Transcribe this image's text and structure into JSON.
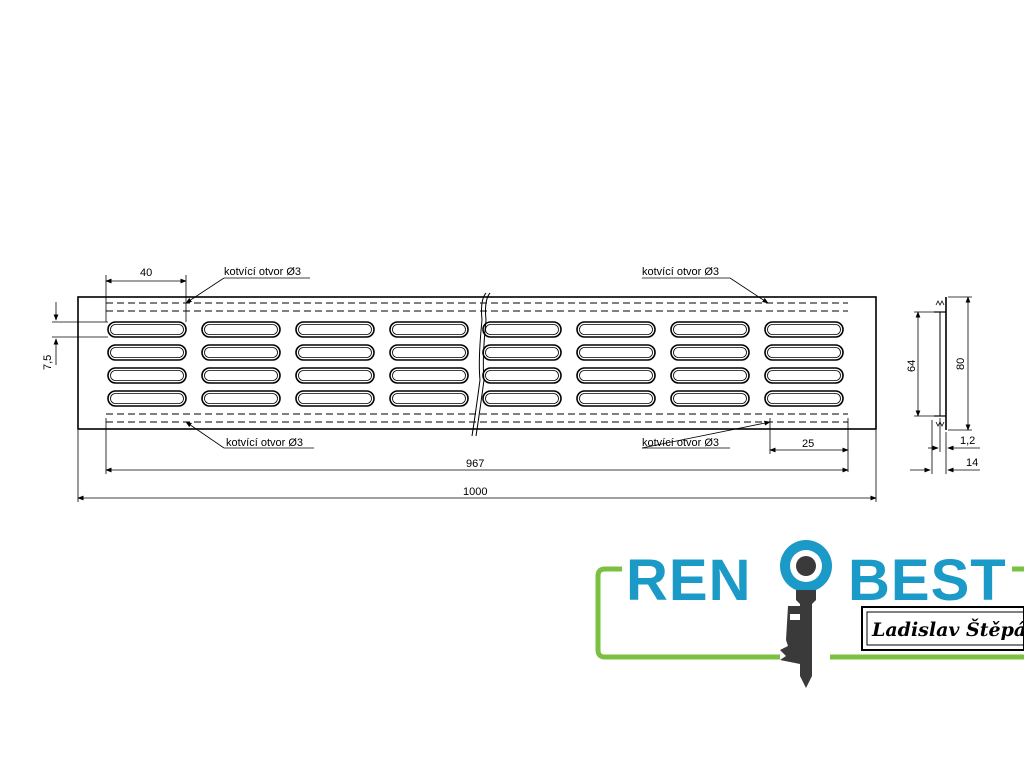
{
  "drawing": {
    "dimensions": {
      "slot_pitch": "40",
      "slot_spacing": "7,5",
      "inner_length": "967",
      "overall_length": "1000",
      "end_offset": "25",
      "inner_height": "64",
      "overall_height": "80",
      "flange_thickness": "1,2",
      "profile_depth": "14"
    },
    "notes": {
      "anchor_hole_top_left": "kotvící otvor Ø3",
      "anchor_hole_top_right": "kotvící otvor Ø3",
      "anchor_hole_bottom_left": "kotvící otvor Ø3",
      "anchor_hole_bottom_right": "kotvící otvor Ø3"
    }
  },
  "logo": {
    "name_left": "REN",
    "name_right": "BEST",
    "owner": "Ladislav Štěpán",
    "colors": {
      "brand_blue": "#1b9ac8",
      "brand_green": "#7ac142",
      "key_gray": "#3a3a3a"
    }
  }
}
